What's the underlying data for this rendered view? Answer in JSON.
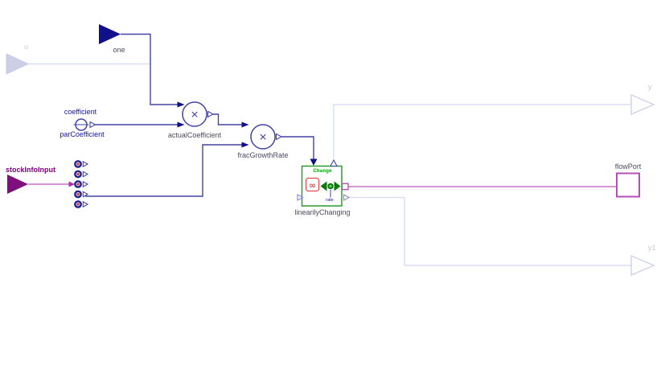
{
  "components": {
    "u_input": {
      "label": "u"
    },
    "one": {
      "label": "one"
    },
    "par_coefficient": {
      "name_above": "coefficient",
      "label": "parCoefficient"
    },
    "actual_coefficient": {
      "label": "actualCoefficient",
      "operator": "×"
    },
    "frac_growth_rate": {
      "label": "fracGrowthRate",
      "operator": "×"
    },
    "stock_info_input": {
      "label": "stockInfoInput"
    },
    "linearily_changing": {
      "label": "linearilyChanging",
      "title": "Change",
      "rate_label": "rate",
      "infinity_symbol": "∞"
    },
    "flow_port": {
      "label": "flowPort"
    },
    "y_output": {
      "label": "y"
    },
    "y1_output": {
      "label": "y1"
    }
  },
  "colors": {
    "background": "#ffffff",
    "connection_blue": "#4343a6",
    "navy": "#10108a",
    "faint_line": "#dadef2",
    "faint_shape": "#c7cbe8",
    "faint_fill": "#cdcfe6",
    "faint_text": "#c6c8da",
    "label_text": "#4a4a60",
    "blue_text": "#1414a8",
    "purple_dark": "#7d107d",
    "purple_text": "#800080",
    "magenta_line": "#c874c8",
    "magenta_arrow": "#a830a8",
    "magenta_border": "#b44fb4",
    "green_border": "#2e9b2e",
    "green_dark": "#0b7a0b",
    "green_text": "#00a000",
    "red_accent": "#e84848",
    "connector_navy": "#23238e",
    "connector_ring": "#d8d8ea",
    "connector_red": "#d63434",
    "port_blue": "#8585dd"
  }
}
